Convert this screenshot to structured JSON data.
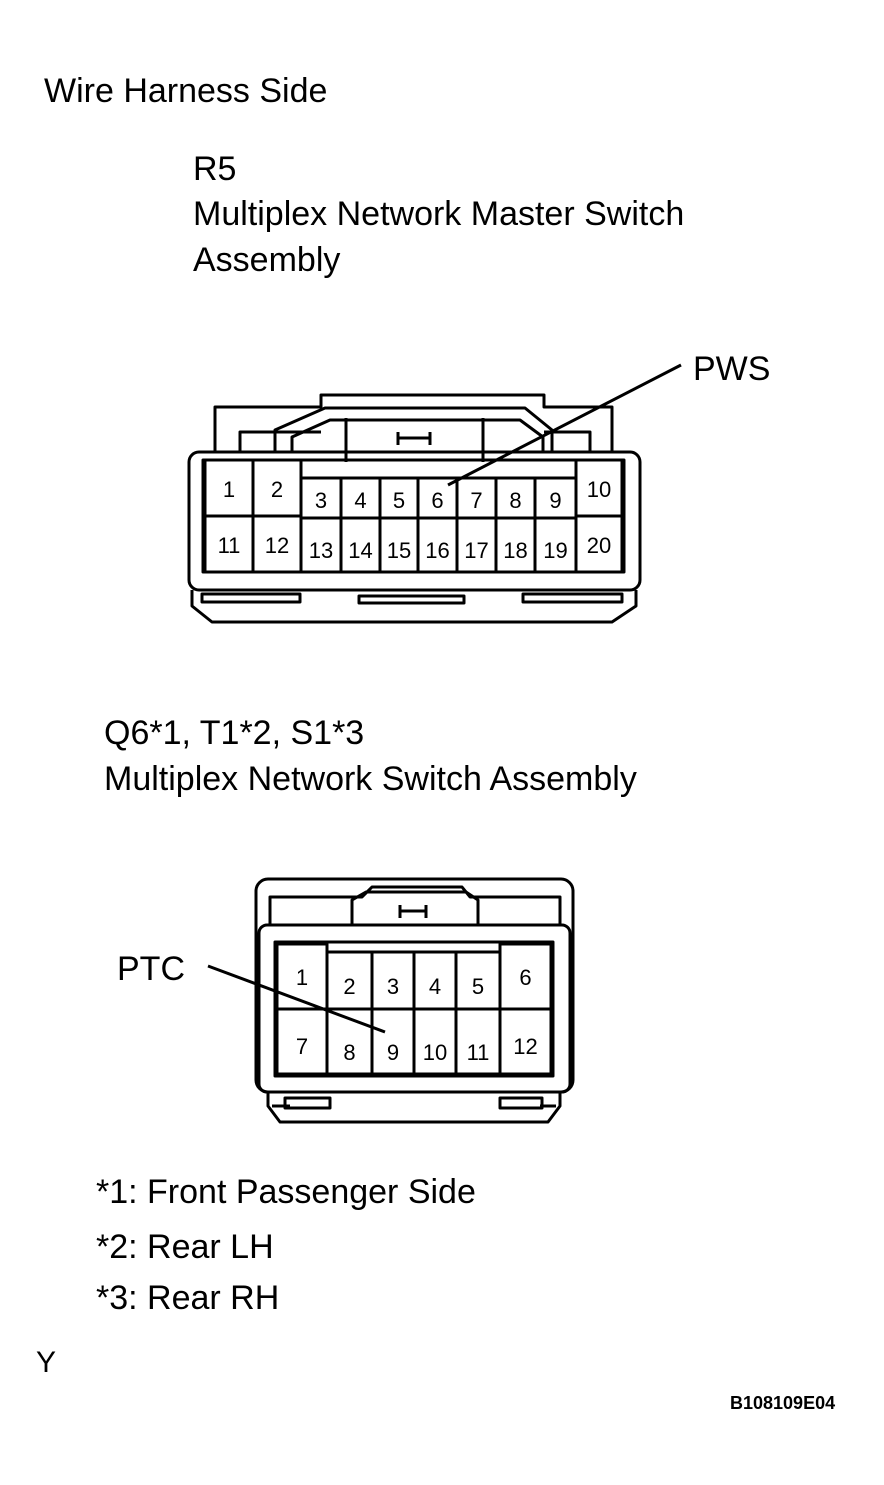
{
  "header": {
    "title": "Wire Harness Side"
  },
  "connector_r5": {
    "code": "R5",
    "name_line1": "Multiplex Network Master Switch",
    "name_line2": "Assembly",
    "callout": "PWS",
    "callout_pin": "6",
    "pins_top": [
      "1",
      "2",
      "3",
      "4",
      "5",
      "6",
      "7",
      "8",
      "9",
      "10"
    ],
    "pins_bottom": [
      "11",
      "12",
      "13",
      "14",
      "15",
      "16",
      "17",
      "18",
      "19",
      "20"
    ]
  },
  "connector_q6": {
    "code_line": "Q6*1, T1*2, S1*3",
    "name": "Multiplex Network Switch Assembly",
    "callout": "PTC",
    "callout_pin": "9",
    "pins_top": [
      "1",
      "2",
      "3",
      "4",
      "5",
      "6"
    ],
    "pins_bottom": [
      "7",
      "8",
      "9",
      "10",
      "11",
      "12"
    ]
  },
  "notes": [
    "*1: Front Passenger Side",
    "*2: Rear LH",
    "*3: Rear RH"
  ],
  "footer": {
    "marker": "Y",
    "figure_id": "B108109E04"
  },
  "colors": {
    "ink": "#000000",
    "background": "#ffffff"
  }
}
